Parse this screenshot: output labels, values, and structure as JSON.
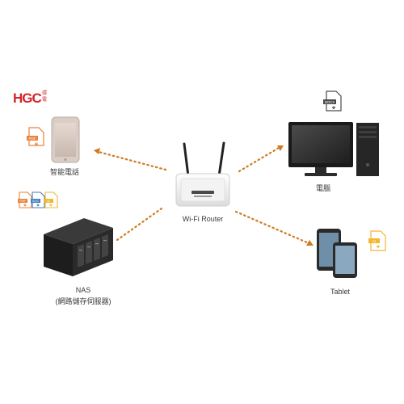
{
  "brand": {
    "logo_text": "HGC",
    "logo_subtext": "環電",
    "logo_color": "#d4252b"
  },
  "colors": {
    "arrow": "#cf7a1f",
    "file_orange": "#e8833a",
    "file_blue": "#3f7fc1",
    "file_yellow": "#f2b632"
  },
  "nodes": {
    "router": {
      "label": "Wi-Fi Router",
      "icon": "wifi-router-icon"
    },
    "phone": {
      "label": "智能電話",
      "icon": "smartphone-icon"
    },
    "nas": {
      "label_line1": "NAS",
      "label_line2": "(網路儲存伺服器)",
      "icon": "nas-icon"
    },
    "computer": {
      "label": "電腦",
      "icon": "desktop-computer-icon"
    },
    "tablet": {
      "label": "Tablet",
      "icon": "tablet-icon"
    }
  },
  "file_badges": {
    "pdf": "PDF",
    "doc": "DOCX",
    "doc_short": "DOC",
    "ai": "AI"
  }
}
